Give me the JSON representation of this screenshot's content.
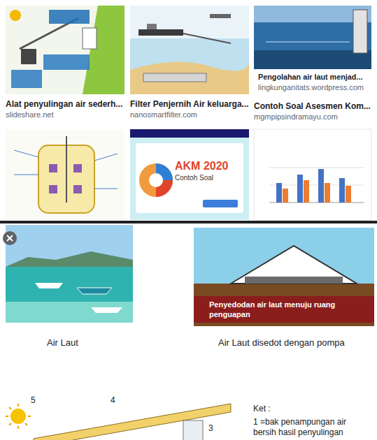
{
  "diagram": {
    "nodes": [
      {
        "text": [
          "Alat penyulingan air sederh...",
          "slideshare.net"
        ]
      },
      {
        "text": [
          "Filter Penjernih Air keluarga...",
          "nanosmartfilter.com"
        ]
      },
      {
        "text": [
          "Pengolahan air laut menjad...",
          "lingkunganitats.wordpress.com"
        ]
      },
      {
        "text": [
          "Contoh Soal Asesmen Kom...",
          "mgmpipsindramayu.com"
        ]
      },
      {
        "text": [
          "AKM 2020",
          "Contoh Soal"
        ]
      },
      {
        "text": [
          "Penyedodan air laut menuju ruang penguapan"
        ]
      }
    ],
    "labels": [
      "Air Laut",
      "Air Laut disedot dengan pompa",
      "5",
      "4",
      "3",
      "Ket :",
      "1 =bak penampungan air bersih hasil penyulingan"
    ]
  }
}
